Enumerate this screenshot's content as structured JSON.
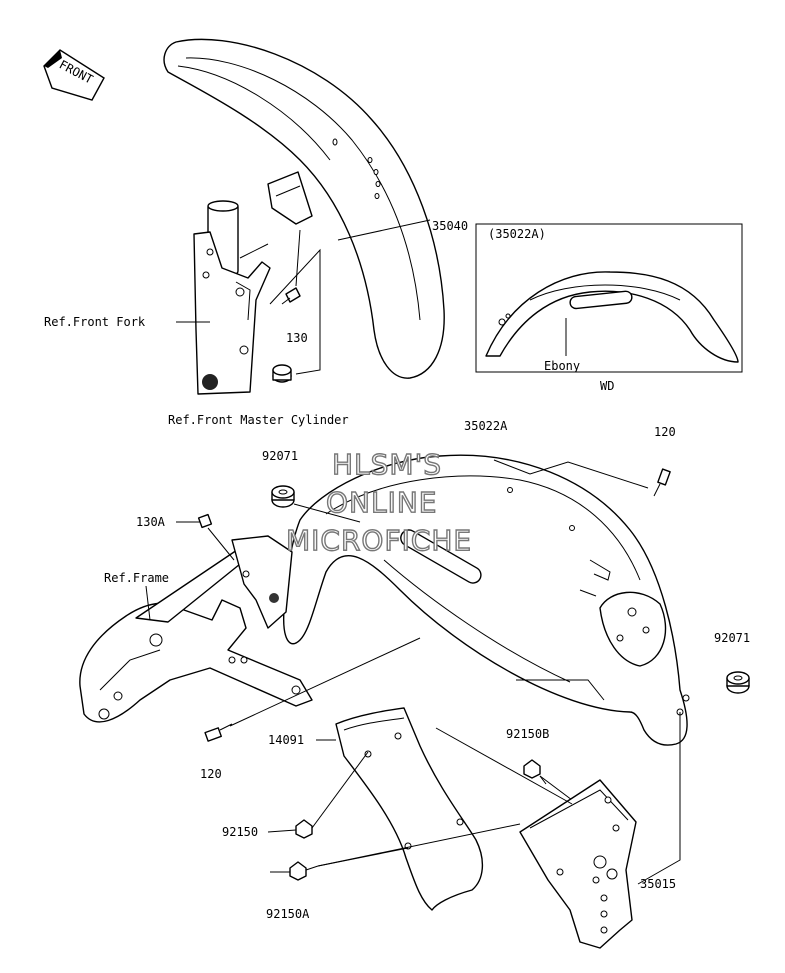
{
  "front_badge": "FRONT",
  "inset": {
    "title": "(35022A)",
    "color_label": "Ebony",
    "caption": "WD"
  },
  "refs": {
    "front_fork": "Ref.Front Fork",
    "front_master_cylinder": "Ref.Front Master Cylinder",
    "frame": "Ref.Frame"
  },
  "parts": {
    "p35040": "35040",
    "p130": "130",
    "p35022A": "35022A",
    "p120_top": "120",
    "p92071_left": "92071",
    "p130A": "130A",
    "p92071_right": "92071",
    "p14091": "14091",
    "p120_bottom": "120",
    "p92150B": "92150B",
    "p92150": "92150",
    "p92150A": "92150A",
    "p35015": "35015"
  },
  "watermark": {
    "line1": "HLSM'S",
    "line2": "ONLINE",
    "line3": "MICROFICHE"
  }
}
